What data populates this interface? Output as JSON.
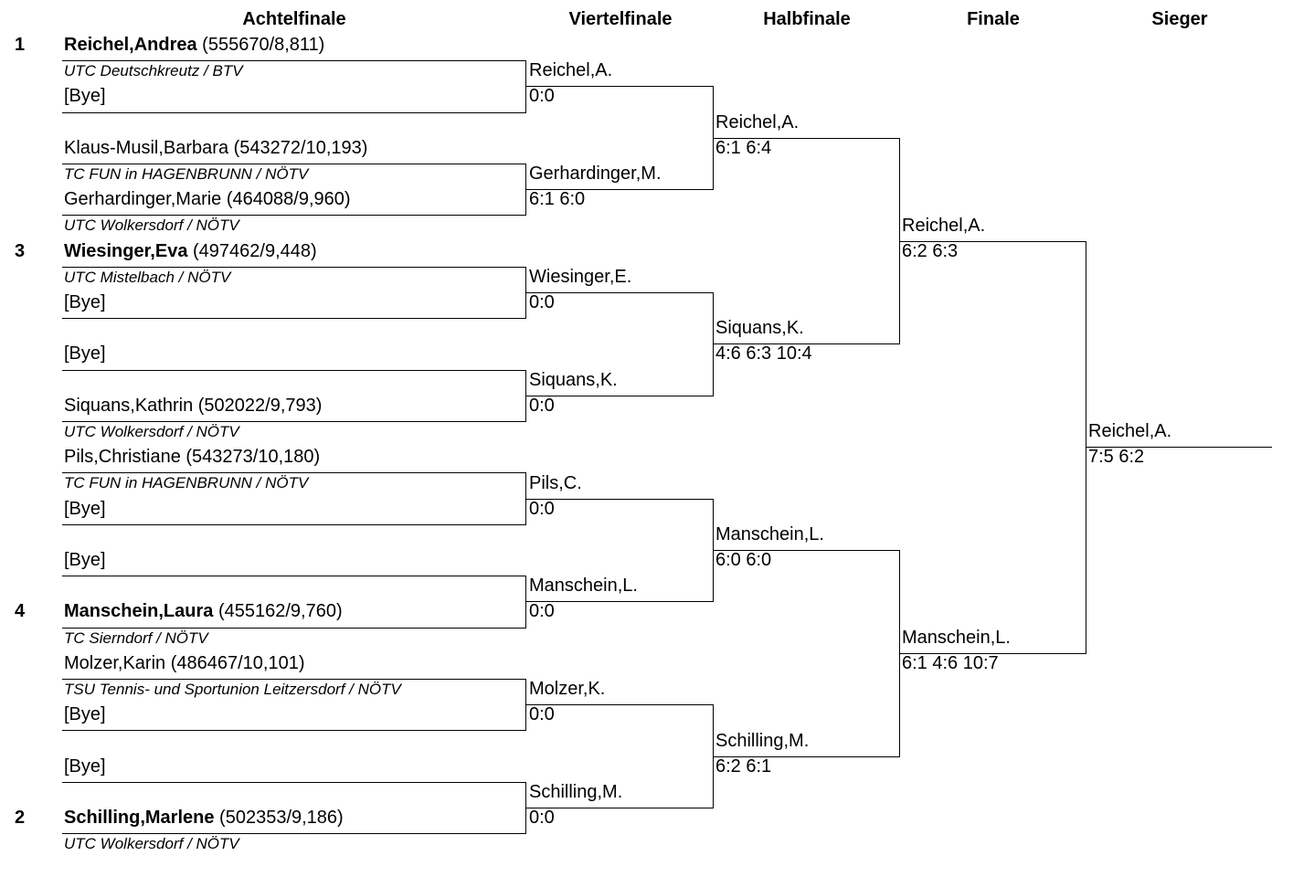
{
  "headers": {
    "r16": "Achtelfinale",
    "qf": "Viertelfinale",
    "sf": "Halbfinale",
    "final": "Finale",
    "winner": "Sieger"
  },
  "entries": [
    {
      "seed": "1",
      "name": "Reichel,Andrea",
      "details": " (555670/8,811)",
      "club": "UTC Deutschkreutz / BTV"
    },
    {
      "seed": "",
      "name": "",
      "details": "[Bye]",
      "club": ""
    },
    {
      "seed": "",
      "name": "",
      "details": "Klaus-Musil,Barbara (543272/10,193)",
      "club": "TC FUN in HAGENBRUNN / NÖTV"
    },
    {
      "seed": "",
      "name": "",
      "details": "Gerhardinger,Marie (464088/9,960)",
      "club": "UTC Wolkersdorf / NÖTV"
    },
    {
      "seed": "3",
      "name": "Wiesinger,Eva",
      "details": " (497462/9,448)",
      "club": "UTC Mistelbach / NÖTV"
    },
    {
      "seed": "",
      "name": "",
      "details": "[Bye]",
      "club": ""
    },
    {
      "seed": "",
      "name": "",
      "details": "[Bye]",
      "club": ""
    },
    {
      "seed": "",
      "name": "",
      "details": "Siquans,Kathrin (502022/9,793)",
      "club": "UTC Wolkersdorf / NÖTV"
    },
    {
      "seed": "",
      "name": "",
      "details": "Pils,Christiane (543273/10,180)",
      "club": "TC FUN in HAGENBRUNN / NÖTV"
    },
    {
      "seed": "",
      "name": "",
      "details": "[Bye]",
      "club": ""
    },
    {
      "seed": "",
      "name": "",
      "details": "[Bye]",
      "club": ""
    },
    {
      "seed": "4",
      "name": "Manschein,Laura",
      "details": " (455162/9,760)",
      "club": "TC Sierndorf / NÖTV"
    },
    {
      "seed": "",
      "name": "",
      "details": "Molzer,Karin (486467/10,101)",
      "club": "TSU Tennis- und Sportunion Leitzersdorf / NÖTV"
    },
    {
      "seed": "",
      "name": "",
      "details": "[Bye]",
      "club": ""
    },
    {
      "seed": "",
      "name": "",
      "details": "[Bye]",
      "club": ""
    },
    {
      "seed": "2",
      "name": "Schilling,Marlene",
      "details": " (502353/9,186)",
      "club": "UTC Wolkersdorf / NÖTV"
    }
  ],
  "quarterfinal": [
    {
      "winner": "Reichel,A.",
      "score": "0:0"
    },
    {
      "winner": "Gerhardinger,M.",
      "score": "6:1 6:0"
    },
    {
      "winner": "Wiesinger,E.",
      "score": "0:0"
    },
    {
      "winner": "Siquans,K.",
      "score": "0:0"
    },
    {
      "winner": "Pils,C.",
      "score": "0:0"
    },
    {
      "winner": "Manschein,L.",
      "score": "0:0"
    },
    {
      "winner": "Molzer,K.",
      "score": "0:0"
    },
    {
      "winner": "Schilling,M.",
      "score": "0:0"
    }
  ],
  "semifinal": [
    {
      "winner": "Reichel,A.",
      "score": "6:1 6:4"
    },
    {
      "winner": "Siquans,K.",
      "score": "4:6 6:3 10:4"
    },
    {
      "winner": "Manschein,L.",
      "score": "6:0 6:0"
    },
    {
      "winner": "Schilling,M.",
      "score": "6:2 6:1"
    }
  ],
  "final": [
    {
      "winner": "Reichel,A.",
      "score": "6:2 6:3"
    },
    {
      "winner": "Manschein,L.",
      "score": "6:1 4:6 10:7"
    }
  ],
  "champion": {
    "winner": "Reichel,A.",
    "score": "7:5 6:2"
  }
}
